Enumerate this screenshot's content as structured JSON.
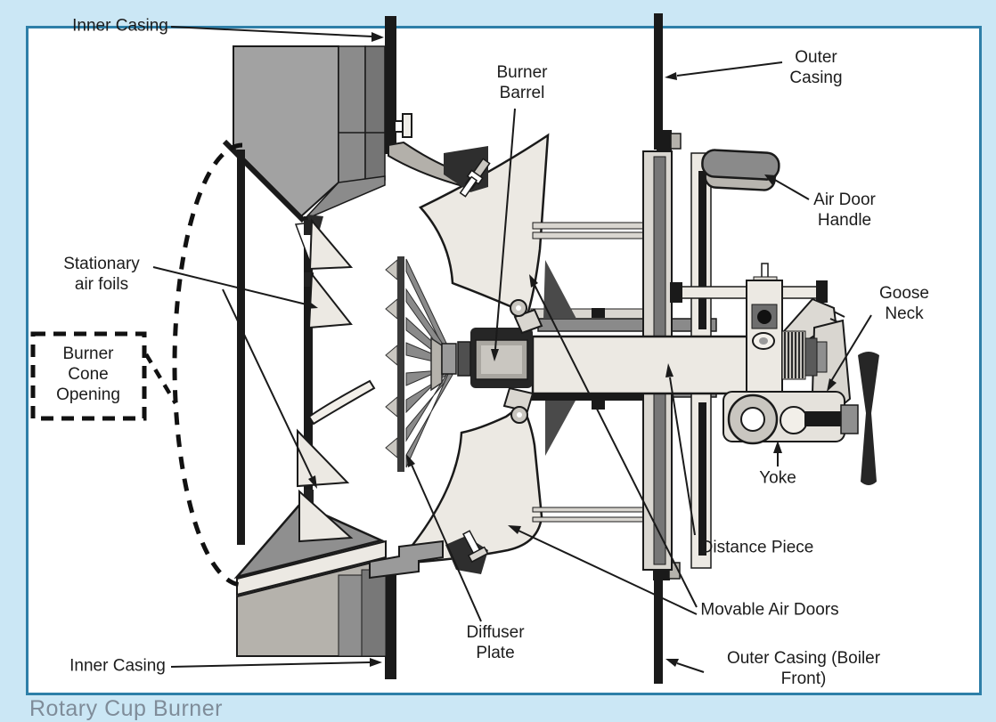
{
  "figure": {
    "title": "Rotary Cup Burner",
    "type": "labeled cross-section diagram of a rotary cup oil burner"
  },
  "caption": {
    "text": "Rotary Cup Burner"
  },
  "labels": {
    "inner_casing_top": "Inner Casing",
    "burner_barrel": "Burner\nBarrel",
    "outer_casing_top": "Outer\nCasing",
    "air_door_handle": "Air Door\nHandle",
    "stationary_air_foils": "Stationary\nair foils",
    "burner_cone_opening": "Burner\nCone\nOpening",
    "goose_neck": "Goose Neck",
    "yoke": "Yoke",
    "distance_piece": "Distance Piece",
    "movable_air_doors": "Movable Air Doors",
    "diffuser_plate": "Diffuser\nPlate",
    "inner_casing_bottom": "Inner Casing",
    "outer_casing_boiler_front": "Outer Casing (Boiler Front)"
  },
  "colors": {
    "page_background": "#cbe7f5",
    "panel_border": "#2e7fa8",
    "panel_background": "#ffffff",
    "ink": "#1a1a1a",
    "caption_text": "#7f8c99",
    "metal_beige": "#ece9e3",
    "metal_light_gray": "#c9c6c0",
    "metal_mid_gray": "#9a9a9a",
    "metal_dark_gray": "#6e6e6e"
  }
}
